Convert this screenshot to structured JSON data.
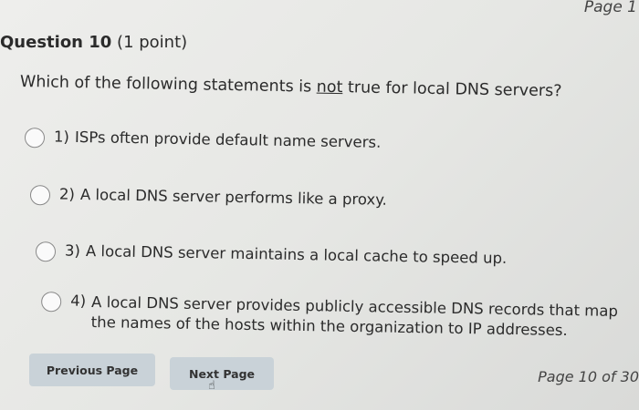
{
  "header": {
    "page_label": "Page 1"
  },
  "question": {
    "title": "Question 10",
    "points": "(1 point)",
    "prompt_before": "Which of the following statements is ",
    "prompt_emph": "not",
    "prompt_after": " true for local DNS servers?"
  },
  "options": [
    {
      "num": "1)",
      "text": "ISPs often provide default name servers."
    },
    {
      "num": "2)",
      "text": "A local DNS server performs like a proxy."
    },
    {
      "num": "3)",
      "text": "A local DNS server maintains a local cache to speed up."
    },
    {
      "num": "4)",
      "text": "A local DNS server provides publicly accessible DNS records that map the names of the hosts within the organization to IP addresses."
    }
  ],
  "nav": {
    "previous": "Previous Page",
    "next": "Next Page",
    "page_count": "Page 10 of 30"
  }
}
